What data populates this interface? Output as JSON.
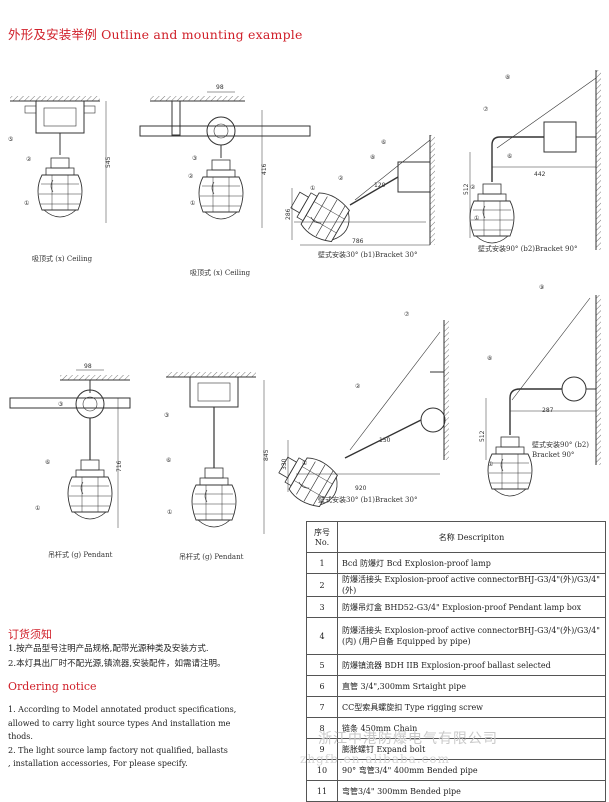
{
  "header": {
    "title": "外形及安装举例 Outline and mounting example"
  },
  "diagrams": {
    "ceiling_a": {
      "caption": "吸顶式 (x) Ceiling",
      "dims": [
        "545"
      ],
      "markers": [
        "⑤",
        "②",
        "①"
      ]
    },
    "ceiling_b": {
      "caption": "吸顶式 (x) Ceiling",
      "dims": [
        "98",
        "416"
      ],
      "markers": [
        "③",
        "②",
        "①"
      ]
    },
    "bracket_30_b1_top": {
      "caption": "壁式安装30° (b1)Bracket 30°",
      "dims": [
        "286",
        "786",
        "120"
      ],
      "markers": [
        "⑥",
        "⑧",
        "②",
        "①"
      ]
    },
    "bracket_90_b2_top": {
      "caption": "壁式安装90° (b2)Bracket 90°",
      "dims": [
        "442",
        "512"
      ],
      "markers": [
        "⑧",
        "⑦",
        "⑥",
        "②",
        "①"
      ]
    },
    "pendant_a": {
      "caption": "吊杆式 (g) Pendant",
      "dims": [
        "98",
        "716"
      ],
      "markers": [
        "③",
        "⑥",
        "①"
      ]
    },
    "pendant_b": {
      "caption": "吊杆式 (g) Pendant",
      "dims": [
        "845"
      ],
      "markers": [
        "③",
        "⑥",
        "①"
      ]
    },
    "bracket_30_b1_bottom": {
      "caption": "壁式安装30° (b1)Bracket 30°",
      "dims": [
        "330",
        "920",
        "150"
      ],
      "markers": [
        "⑦",
        "②",
        "①"
      ]
    },
    "bracket_90_b2_bottom": {
      "caption": "壁式安装90° (b2) Bracket 90°",
      "dims": [
        "287",
        "512"
      ],
      "markers": [
        "⑨",
        "⑧",
        "①"
      ]
    }
  },
  "table": {
    "header_no": "序号 No.",
    "header_desc": "名称  Descripiton",
    "rows": [
      {
        "no": "1",
        "desc": "Bcd 防爆灯  Bcd Explosion-proof lamp"
      },
      {
        "no": "2",
        "desc": "防爆活接头 Explosion-proof active connectorBHJ-G3/4\"(外)/G3/4\"(外)"
      },
      {
        "no": "3",
        "desc": "防爆吊灯盒 BHD52-G3/4\" Explosion-proof Pendant lamp box"
      },
      {
        "no": "4",
        "desc": "防爆活接头 Explosion-proof active connectorBHJ-G3/4\"(外)/G3/4\"(内) (用户自备 Equipped by pipe)"
      },
      {
        "no": "5",
        "desc": "防爆镇流器  BDH IIB Explosion-proof ballast selected"
      },
      {
        "no": "6",
        "desc": "直管 3/4\",300mm Srtaight pipe"
      },
      {
        "no": "7",
        "desc": "CC型索具螺旋扣 Type rigging screw"
      },
      {
        "no": "8",
        "desc": "链条 450mm Chain"
      },
      {
        "no": "9",
        "desc": "膨胀螺钉 Expand bolt"
      },
      {
        "no": "10",
        "desc": "90° 弯管3/4\" 400mm Bended pipe"
      },
      {
        "no": "11",
        "desc": "弯管3/4\" 300mm Bended pipe"
      }
    ]
  },
  "ordering_cn": {
    "title": "订货须知",
    "line1": "1.按产品型号注明产品规格,配带光源种类及安装方式.",
    "line2": "2.本灯具出厂时不配光源,镇流器,安装配件，如需请注明。"
  },
  "ordering_en": {
    "title": "Ordering notice",
    "line1": "1. According to Model annotated product specifications,",
    "line2": "allowed to carry light source types And installation me",
    "line3": "thods.",
    "line4": "2. The light source lamp factory not qualified, ballasts",
    "line5": ", installation accessories, For please specify."
  },
  "watermark": {
    "line1": "浙江中港防爆电气有限公司",
    "line2": "zhgfb.en.alibaba.com"
  }
}
